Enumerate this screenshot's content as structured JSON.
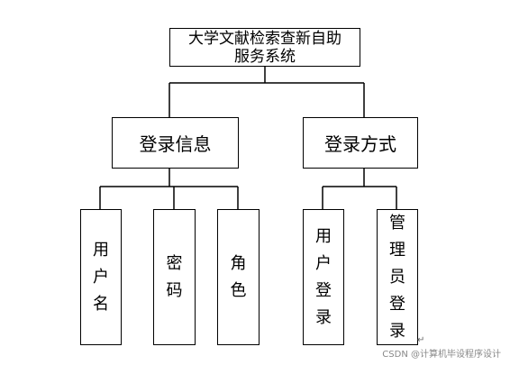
{
  "diagram": {
    "root": {
      "line1": "大学文献检索查新自助",
      "line2": "服务系统"
    },
    "branches": [
      {
        "label": "登录信息",
        "children": [
          "用户名",
          "密码",
          "角色"
        ]
      },
      {
        "label": "登录方式",
        "children": [
          "用户登录",
          "管理员登录"
        ]
      }
    ]
  },
  "watermark": "CSDN @计算机毕设程序设计",
  "return_glyph": "↵"
}
